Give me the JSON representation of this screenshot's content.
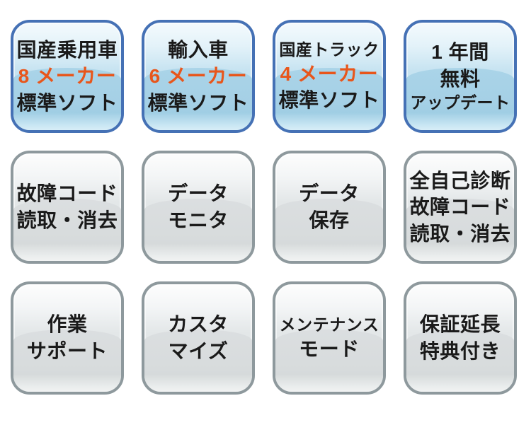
{
  "colors": {
    "accent_orange": "#e8561b",
    "text": "#1a1a1a",
    "page_bg": "#ffffff",
    "blue_border": "#4571b5",
    "blue_top": "#f4fafd",
    "blue_bottom": "#a5d0e6",
    "gray_border": "#8e999d",
    "gray_top": "#fdfdfd",
    "gray_bottom": "#d8dcdd"
  },
  "cards": [
    {
      "id": "domestic-cars-software",
      "variant": "blue",
      "lines": [
        {
          "t": "国産乗用車",
          "accent": false
        },
        {
          "t": "8 メーカー",
          "accent": true
        },
        {
          "t": "標準ソフト",
          "accent": false
        }
      ]
    },
    {
      "id": "import-cars-software",
      "variant": "blue",
      "lines": [
        {
          "t": "輸入車",
          "accent": false
        },
        {
          "t": "6 メーカー",
          "accent": true
        },
        {
          "t": "標準ソフト",
          "accent": false
        }
      ]
    },
    {
      "id": "domestic-trucks-software",
      "variant": "blue",
      "lines": [
        {
          "t": "国産トラック",
          "accent": false
        },
        {
          "t": "4 メーカー",
          "accent": true
        },
        {
          "t": "標準ソフト",
          "accent": false
        }
      ]
    },
    {
      "id": "free-update",
      "variant": "blue",
      "lines": [
        {
          "t": "1 年間",
          "accent": false
        },
        {
          "t": "無料",
          "accent": false
        },
        {
          "t": "アップデート",
          "accent": false
        }
      ]
    },
    {
      "id": "dtc-read-clear",
      "variant": "gray",
      "lines": [
        {
          "t": "故障コード",
          "accent": false
        },
        {
          "t": "読取・消去",
          "accent": false
        }
      ]
    },
    {
      "id": "data-monitor",
      "variant": "gray",
      "lines": [
        {
          "t": "データ",
          "accent": false
        },
        {
          "t": "モニタ",
          "accent": false
        }
      ]
    },
    {
      "id": "data-save",
      "variant": "gray",
      "lines": [
        {
          "t": "データ",
          "accent": false
        },
        {
          "t": "保存",
          "accent": false
        }
      ]
    },
    {
      "id": "full-self-diagnosis",
      "variant": "gray",
      "lines": [
        {
          "t": "全自己診断",
          "accent": false
        },
        {
          "t": "故障コード",
          "accent": false
        },
        {
          "t": "読取・消去",
          "accent": false
        }
      ]
    },
    {
      "id": "work-support",
      "variant": "gray",
      "lines": [
        {
          "t": "作業",
          "accent": false
        },
        {
          "t": "サポート",
          "accent": false
        }
      ]
    },
    {
      "id": "customize",
      "variant": "gray",
      "lines": [
        {
          "t": "カスタ",
          "accent": false
        },
        {
          "t": "マイズ",
          "accent": false
        }
      ]
    },
    {
      "id": "maintenance-mode",
      "variant": "gray",
      "lines": [
        {
          "t": "メンテナンス",
          "accent": false
        },
        {
          "t": "モード",
          "accent": false
        }
      ]
    },
    {
      "id": "warranty-extension-bonus",
      "variant": "gray",
      "lines": [
        {
          "t": "保証延長",
          "accent": false
        },
        {
          "t": "特典付き",
          "accent": false
        }
      ]
    }
  ]
}
